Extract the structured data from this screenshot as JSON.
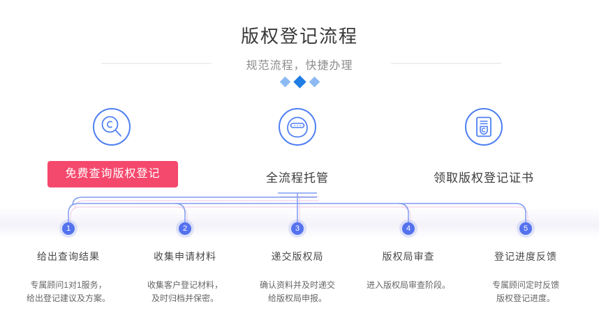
{
  "header": {
    "title": "版权登记流程",
    "subtitle": "规范流程，快捷办理"
  },
  "features": [
    {
      "icon": "copyright-search-icon",
      "label": "免费查询版权登记",
      "style": "red-button"
    },
    {
      "icon": "agent-service-icon",
      "label": "全流程托管",
      "style": "text"
    },
    {
      "icon": "certificate-icon",
      "label": "领取版权登记证书",
      "style": "text"
    }
  ],
  "steps": [
    {
      "number": "1",
      "title": "给出查询结果",
      "desc_lines": [
        "专属顾问1对1服务，",
        "给出登记建议及方案。"
      ]
    },
    {
      "number": "2",
      "title": "收集申请材料",
      "desc_lines": [
        "收集客户登记材料，",
        "及时归档并保密。"
      ]
    },
    {
      "number": "3",
      "title": "递交版权局",
      "desc_lines": [
        "确认资料并及时递交",
        "给版权局申报。"
      ]
    },
    {
      "number": "4",
      "title": "版权局审查",
      "desc_lines": [
        "进入版权局审查阶段。"
      ]
    },
    {
      "number": "5",
      "title": "登记进度反馈",
      "desc_lines": [
        "专属顾问定时反馈",
        "版权登记进度。"
      ]
    }
  ],
  "colors": {
    "icon_stroke_blue": "#4e7ff2",
    "connector_blue": "#7f9cf3",
    "connector_echo_pink": "#f3d9ed",
    "step_badge_blue": "#5472ee",
    "button_red": "#f5486d",
    "diamond_light": "#8cbaf3",
    "diamond_dark": "#1f7de3"
  }
}
